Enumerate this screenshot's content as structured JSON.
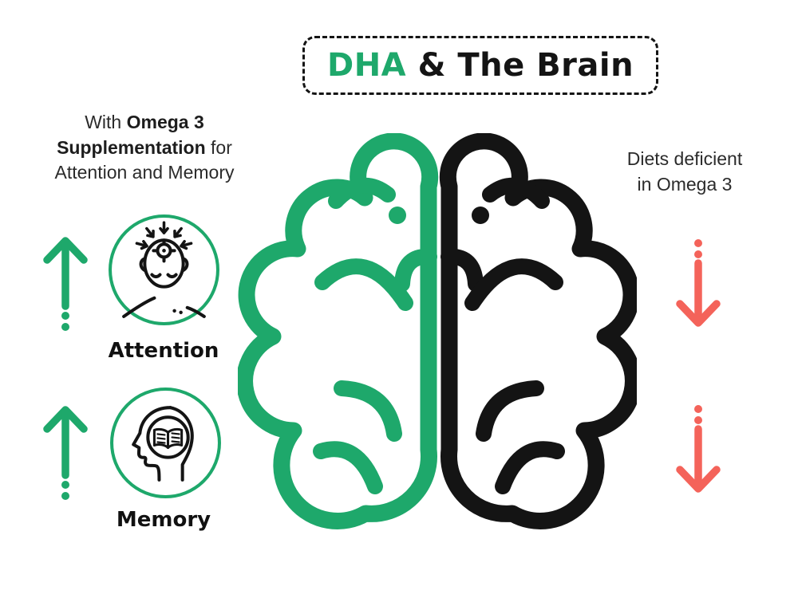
{
  "title": {
    "highlight": "DHA",
    "rest": " & The Brain"
  },
  "left_panel": {
    "heading": {
      "line1_pre": "With ",
      "line1_bold": "Omega 3",
      "line2_bold": "Supplementation",
      "line2_post": " for",
      "line3": "Attention and Memory"
    },
    "items": [
      {
        "label": "Attention",
        "icon": "focused-head-target-icon",
        "trend_icon": "up-arrow-icon",
        "trend": "increase"
      },
      {
        "label": "Memory",
        "icon": "open-book-in-head-icon",
        "trend_icon": "up-arrow-icon",
        "trend": "increase"
      }
    ]
  },
  "right_panel": {
    "heading": {
      "line1": "Diets deficient",
      "line2": "in Omega 3"
    },
    "trend_icon": "down-arrow-icon",
    "trend": "decrease",
    "arrow_count": 2
  },
  "center": {
    "illustration": "split-brain-icon",
    "left_hemisphere_color_name": "green",
    "right_hemisphere_color_name": "black"
  },
  "colors": {
    "green": "#1ea86b",
    "ink": "#141414",
    "red": "#f4635a",
    "text": "#2b2b2b"
  }
}
